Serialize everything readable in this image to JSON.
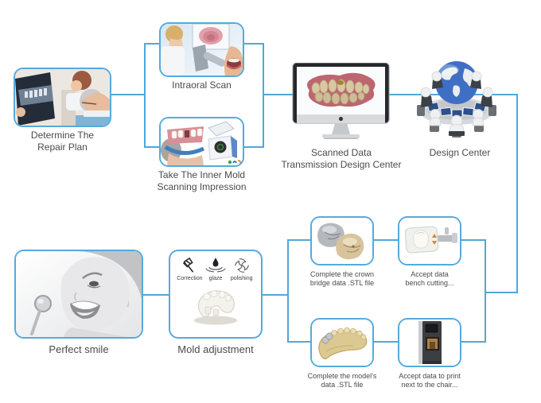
{
  "colors": {
    "line": "#4fa8db",
    "box_border": "#55aadc",
    "text": "#4b4b4d"
  },
  "nodes": {
    "determine": {
      "label_line1": "Determine The",
      "label_line2": "Repair Plan"
    },
    "intraoral": {
      "label": "Intraoral Scan"
    },
    "inner_mold": {
      "label_line1": "Take The Inner Mold",
      "label_line2": "Scanning Impression"
    },
    "scanned_data": {
      "label_line1": "Scanned Data",
      "label_line2": "Transmission Design Center"
    },
    "design_center": {
      "label": "Design Center"
    },
    "perfect_smile": {
      "label": "Perfect smile"
    },
    "mold_adjustment": {
      "label": "Mold adjustment",
      "tools": [
        {
          "name": "Correction",
          "icon": "pushpin-icon"
        },
        {
          "name": "glaze",
          "icon": "droplet-ripple-icon"
        },
        {
          "name": "polishing",
          "icon": "swirl-icon"
        }
      ]
    },
    "crown_bridge": {
      "caption_line1": "Complete the crown",
      "caption_line2": "bridge data .STL file"
    },
    "bench_cutting": {
      "caption_line1": "Accept data",
      "caption_line2": "bench cutting..."
    },
    "model_stl": {
      "caption_line1": "Complete the model's",
      "caption_line2": "data .STL file"
    },
    "print_chair": {
      "caption_line1": "Accept data to print",
      "caption_line2": "next to the chair..."
    }
  }
}
